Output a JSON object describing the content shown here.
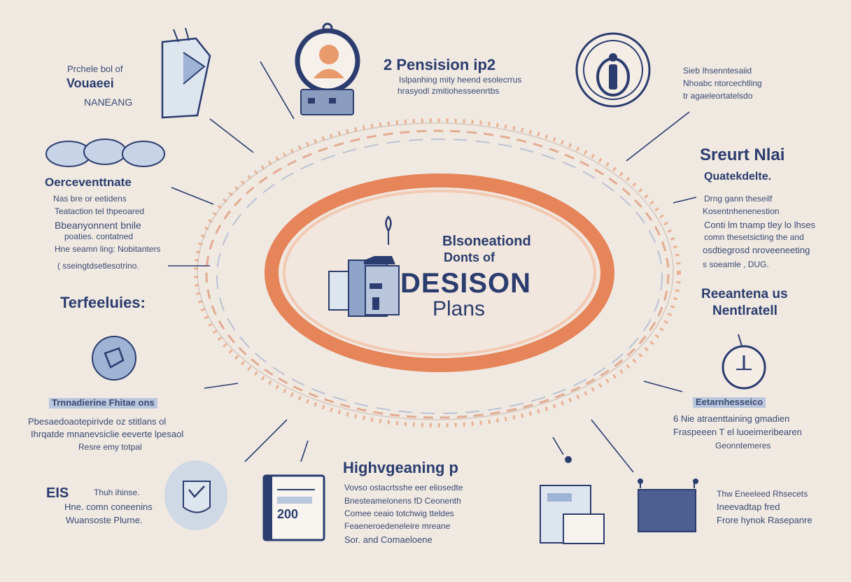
{
  "palette": {
    "background": "#efe9e2",
    "navy": "#2b3c6e",
    "orange": "#e8875a",
    "light_blue": "#b9c6dc",
    "muted": "#3b4a72"
  },
  "center": {
    "line1": "Blsoneationd",
    "line2": "Donts of",
    "line3": "DESISON",
    "line4": "Plans"
  },
  "top_left": {
    "line1": "Prchele bol of",
    "line2": "Vouaeei",
    "line3": "NANEANG"
  },
  "top_center": {
    "title": "2 Pensision ip2",
    "line1": "Islpanhing mity heend esolecrrus",
    "line2": "hrasyodl zmitiohesseenrtbs"
  },
  "top_right": {
    "line1": "Sieb Ihsenntesaiid",
    "line2": "Nhoabc ntorcechtling",
    "line3": "tr agaeleortatelsdo"
  },
  "left_mid": {
    "title": "Oerceventtnate",
    "line1": "Nas bre or eetidens",
    "line2": "Teataction tel thpeoared",
    "line3": "Bbeanyonnent bnile",
    "line4": "poaties. contatned",
    "line5": "Hne seamn ling: Nobitanters",
    "line6": "( sseingtdsetlesotrino."
  },
  "left_heading": "Terfeeluies:",
  "right_mid": {
    "title": "Sreurt Nlai",
    "subtitle": "Quatekdelte.",
    "line1": "Drng gann theseilf",
    "line2": "Kosentnhenenestion",
    "line3": "Conti lm tnamp tley lo lhses",
    "line4": "comn thesetsicting the and",
    "line5": "osdtiegrosd nroveeneeting",
    "line6": "s soeamle , DUG."
  },
  "right_heading": {
    "line1": "Reeantena us",
    "line2": "Nentlratell"
  },
  "left_lower": {
    "label": "Trnnadierine Fhitae ons",
    "line1": "Pbesaedoaotepirivde oz stitlans ol",
    "line2": "Ihrqatde mnanevsiclie eeverte lpesaol",
    "line3": "Resre emy totpal"
  },
  "right_lower": {
    "label": "Eetarnhesseico",
    "line1": "6 Nie atraenttaining gmadien",
    "line2": "Fraspeeen T el luoeimeribearen",
    "line3": "Geonntemeres"
  },
  "bottom_left": {
    "big": "EIS",
    "line1": "Thuh ihinse.",
    "line2": "Hne. comn coneenins",
    "line3": "Wuansoste Plurne."
  },
  "bottom_center": {
    "title": "Highvgeaning p",
    "line1": "Vovso ostacrtsshe eer eliosedte",
    "line2": "Bnesteamelonens fD Ceonenth",
    "line3": "Comee ceaio totchwig tteldes",
    "line4": "Feaeneroedeneleire mreane",
    "line5": "Sor. and Comaeloene"
  },
  "bottom_right": {
    "line1": "Thw Eneeleed Rhsecets",
    "line2": "Ineevadtap fred",
    "line3": "Frore hynok Rasepanre"
  },
  "doc_number": "200"
}
